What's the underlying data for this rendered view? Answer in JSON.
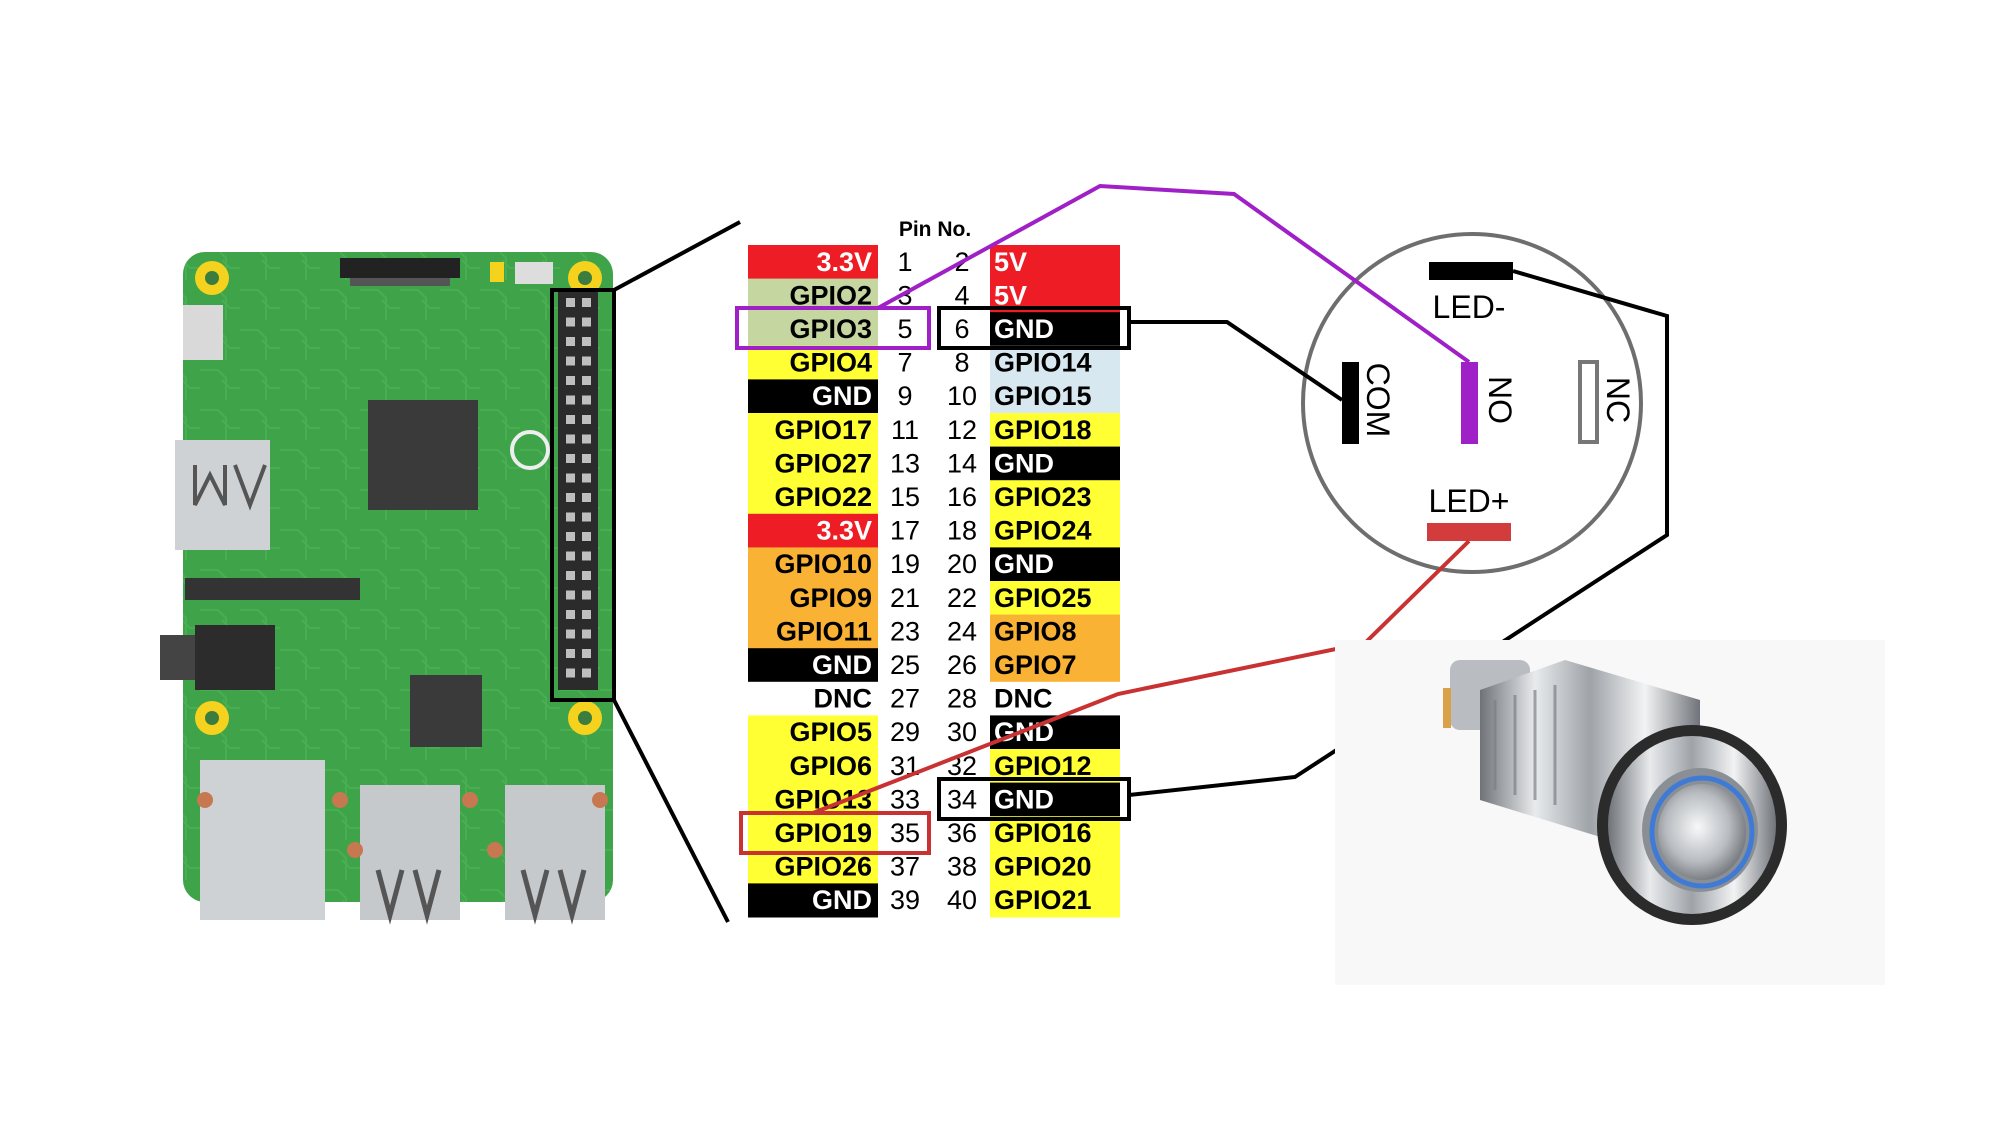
{
  "header": "Pin No.",
  "colors": {
    "power_3v3": "#ee1c24",
    "power_5v": "#ee1c24",
    "i2c": "#c5d6a0",
    "gnd": "#000000",
    "gpio": "#ffff33",
    "spi": "#f9b233",
    "uart": "#d8e8f0",
    "dnc": "#ffffff",
    "wire_no": "#a020c8",
    "wire_led": "#c83232",
    "wire_gnd": "#000000"
  },
  "pins": [
    {
      "l": "3.3V",
      "ln": "1",
      "rn": "2",
      "r": "5V",
      "lc": "power_3v3",
      "rc": "power_5v"
    },
    {
      "l": "GPIO2",
      "ln": "3",
      "rn": "4",
      "r": "5V",
      "lc": "i2c",
      "rc": "power_5v"
    },
    {
      "l": "GPIO3",
      "ln": "5",
      "rn": "6",
      "r": "GND",
      "lc": "i2c",
      "rc": "gnd"
    },
    {
      "l": "GPIO4",
      "ln": "7",
      "rn": "8",
      "r": "GPIO14",
      "lc": "gpio",
      "rc": "uart"
    },
    {
      "l": "GND",
      "ln": "9",
      "rn": "10",
      "r": "GPIO15",
      "lc": "gnd",
      "rc": "uart"
    },
    {
      "l": "GPIO17",
      "ln": "11",
      "rn": "12",
      "r": "GPIO18",
      "lc": "gpio",
      "rc": "gpio"
    },
    {
      "l": "GPIO27",
      "ln": "13",
      "rn": "14",
      "r": "GND",
      "lc": "gpio",
      "rc": "gnd"
    },
    {
      "l": "GPIO22",
      "ln": "15",
      "rn": "16",
      "r": "GPIO23",
      "lc": "gpio",
      "rc": "gpio"
    },
    {
      "l": "3.3V",
      "ln": "17",
      "rn": "18",
      "r": "GPIO24",
      "lc": "power_3v3",
      "rc": "gpio"
    },
    {
      "l": "GPIO10",
      "ln": "19",
      "rn": "20",
      "r": "GND",
      "lc": "spi",
      "rc": "gnd"
    },
    {
      "l": "GPIO9",
      "ln": "21",
      "rn": "22",
      "r": "GPIO25",
      "lc": "spi",
      "rc": "gpio"
    },
    {
      "l": "GPIO11",
      "ln": "23",
      "rn": "24",
      "r": "GPIO8",
      "lc": "spi",
      "rc": "spi"
    },
    {
      "l": "GND",
      "ln": "25",
      "rn": "26",
      "r": "GPIO7",
      "lc": "gnd",
      "rc": "spi"
    },
    {
      "l": "DNC",
      "ln": "27",
      "rn": "28",
      "r": "DNC",
      "lc": "dnc",
      "rc": "dnc"
    },
    {
      "l": "GPIO5",
      "ln": "29",
      "rn": "30",
      "r": "GND",
      "lc": "gpio",
      "rc": "gnd"
    },
    {
      "l": "GPIO6",
      "ln": "31",
      "rn": "32",
      "r": "GPIO12",
      "lc": "gpio",
      "rc": "gpio"
    },
    {
      "l": "GPIO13",
      "ln": "33",
      "rn": "34",
      "r": "GND",
      "lc": "gpio",
      "rc": "gnd"
    },
    {
      "l": "GPIO19",
      "ln": "35",
      "rn": "36",
      "r": "GPIO16",
      "lc": "gpio",
      "rc": "gpio"
    },
    {
      "l": "GPIO26",
      "ln": "37",
      "rn": "38",
      "r": "GPIO20",
      "lc": "gpio",
      "rc": "gpio"
    },
    {
      "l": "GND",
      "ln": "39",
      "rn": "40",
      "r": "GPIO21",
      "lc": "gnd",
      "rc": "gpio"
    }
  ],
  "switch": {
    "led_minus": "LED-",
    "led_plus": "LED+",
    "com": "COM",
    "no": "NO",
    "nc": "NC"
  },
  "icons": [
    "raspberry-pi-board-icon",
    "push-button-switch-icon"
  ]
}
